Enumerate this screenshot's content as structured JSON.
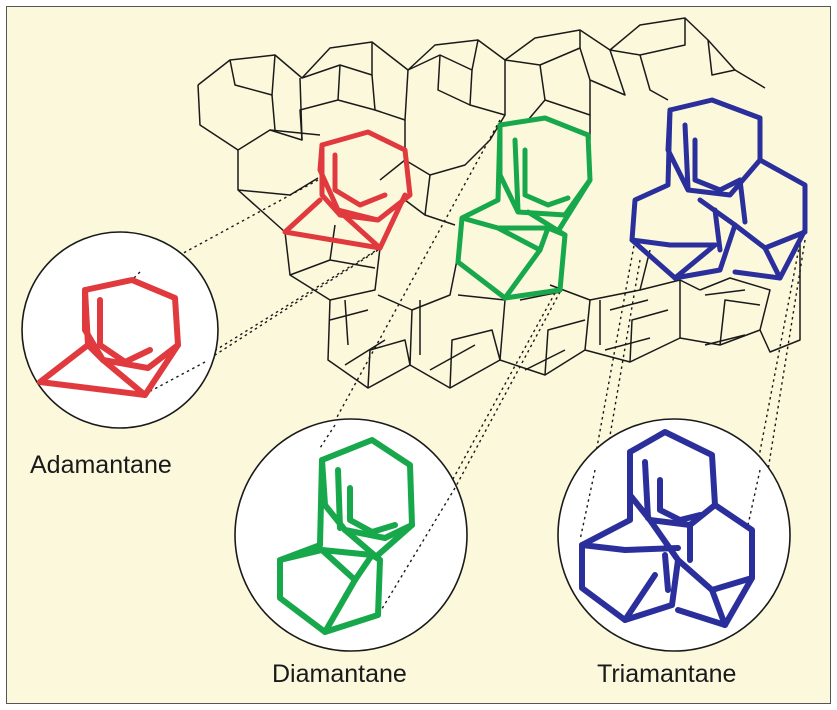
{
  "labels": {
    "adamantane": "Adamantane",
    "diamantane": "Diamantane",
    "triamantane": "Triamantane"
  },
  "colors": {
    "background": "#fbf8dc",
    "lattice": "#1a1a1a",
    "adamantane": "#e03a3e",
    "diamantane": "#17a84b",
    "triamantane": "#2b2f9c"
  }
}
